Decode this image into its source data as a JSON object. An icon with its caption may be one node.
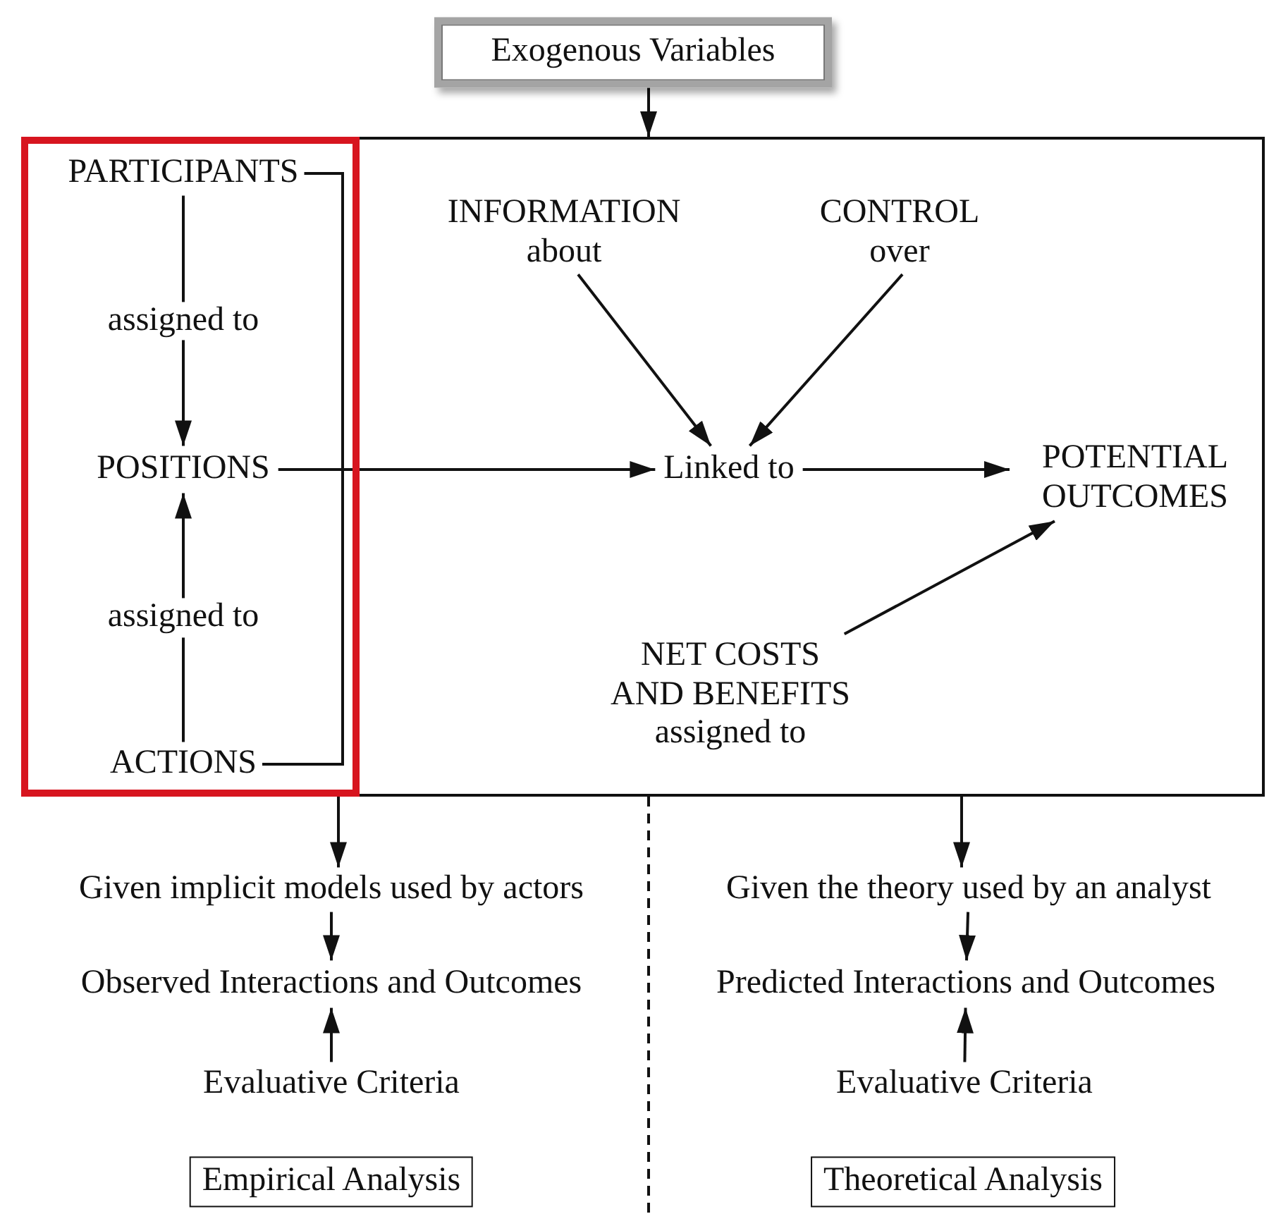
{
  "diagram": {
    "nodes": [
      {
        "text": [
          "Exogenous Variables"
        ]
      },
      {
        "text": [],
        "shape": "box"
      },
      {
        "text": [],
        "shape": "box",
        "in": 1
      },
      {
        "text": [
          "PARTICIPANTS"
        ],
        "in": 2
      },
      {
        "text": [
          "POSITIONS"
        ],
        "in": 2
      },
      {
        "text": [
          "ACTIONS"
        ],
        "in": 2
      },
      {
        "text": [
          "INFORMATION",
          "about"
        ],
        "in": 1
      },
      {
        "text": [
          "CONTROL",
          "over"
        ],
        "in": 1
      },
      {
        "text": [
          "Linked to"
        ],
        "in": 1
      },
      {
        "text": [
          "POTENTIAL OUTCOMES"
        ],
        "in": 1
      },
      {
        "text": [
          "NET COSTS AND BENEFITS",
          "assigned to"
        ],
        "in": 1
      },
      {
        "text": [
          "Given implicit models used by actors"
        ]
      },
      {
        "text": [
          "Observed Interactions and Outcomes"
        ]
      },
      {
        "text": [
          "Evaluative Criteria"
        ]
      },
      {
        "text": [
          "Empirical Analysis"
        ]
      },
      {
        "text": [
          "Given the theory used by an analyst"
        ]
      },
      {
        "text": [
          "Predicted Interactions and Outcomes"
        ]
      },
      {
        "text": [
          "Evaluative Criteria"
        ]
      },
      {
        "text": [
          "Theoretical Analysis"
        ]
      }
    ],
    "edges": [
      {
        "from": 0,
        "to": 1,
        "arrow": "to"
      },
      {
        "from": 3,
        "to": 4,
        "arrow": "to",
        "label": "assigned to"
      },
      {
        "from": 5,
        "to": 4,
        "arrow": "to",
        "label": "assigned to"
      },
      {
        "from": 3,
        "to": 5,
        "arrow": "none"
      },
      {
        "from": 4,
        "to": 8,
        "arrow": "to"
      },
      {
        "from": 6,
        "to": 8,
        "arrow": "to"
      },
      {
        "from": 7,
        "to": 8,
        "arrow": "to"
      },
      {
        "from": 8,
        "to": 9,
        "arrow": "to"
      },
      {
        "from": 10,
        "to": 9,
        "arrow": "to"
      },
      {
        "from": 1,
        "to": 11,
        "arrow": "to"
      },
      {
        "from": 11,
        "to": 12,
        "arrow": "to"
      },
      {
        "from": 13,
        "to": 12,
        "arrow": "to"
      },
      {
        "from": 1,
        "to": 15,
        "arrow": "to"
      },
      {
        "from": 15,
        "to": 16,
        "arrow": "to"
      },
      {
        "from": 17,
        "to": 16,
        "arrow": "to"
      }
    ]
  }
}
